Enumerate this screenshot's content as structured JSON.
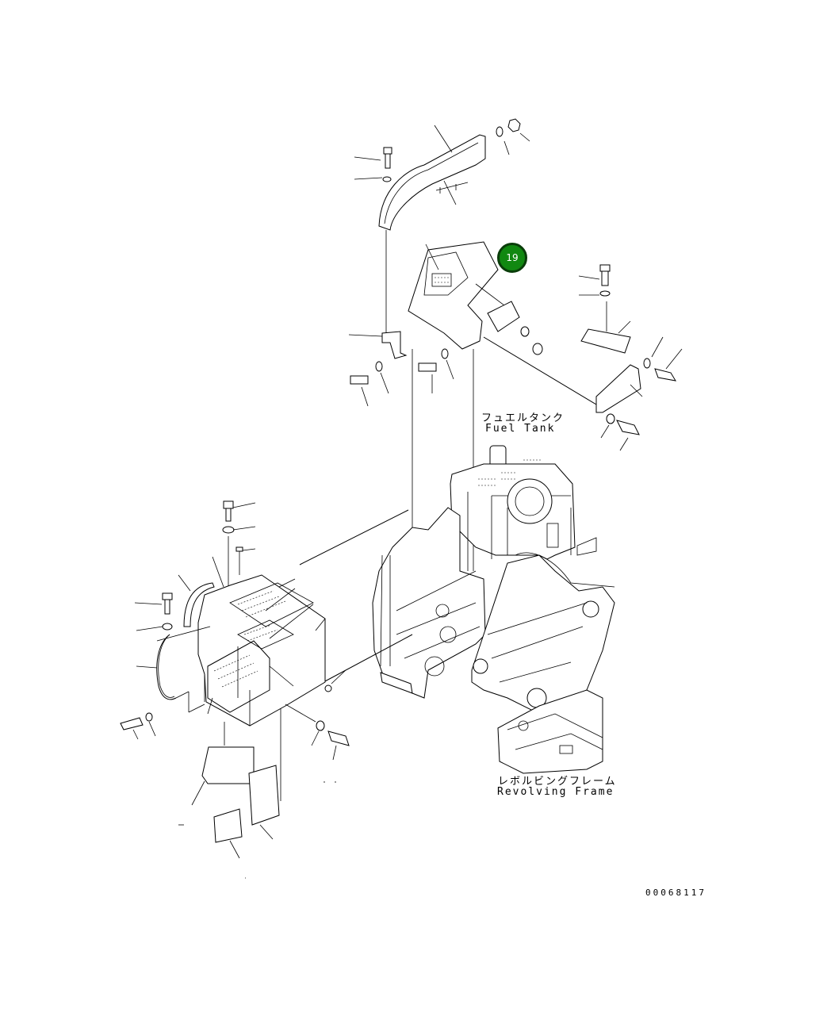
{
  "labels": {
    "fuel_tank_jp": "フュエルタンク",
    "fuel_tank_en": "Fuel Tank",
    "frame_jp": "レボルビングフレーム",
    "frame_en": "Revolving Frame",
    "drawing_number": "00068117"
  },
  "callouts": [
    {
      "number": "19",
      "color": "#118811"
    }
  ]
}
